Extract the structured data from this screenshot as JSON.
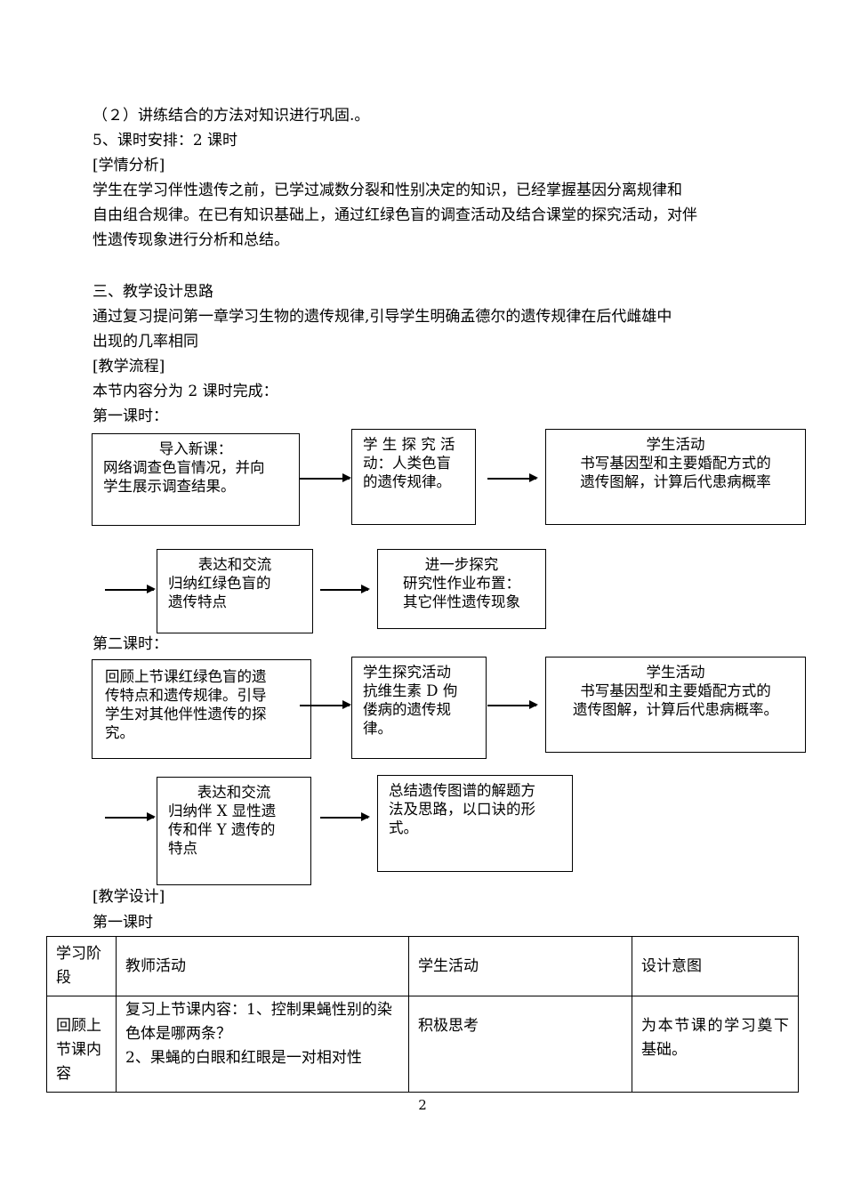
{
  "text": {
    "line1": "（２）讲练结合的方法对知识进行巩固.。",
    "line2": "5、课时安排：2 课时",
    "line3": "[学情分析]",
    "line4": "学生在学习伴性遗传之前，已学过减数分裂和性别决定的知识，已经掌握基因分离规律和",
    "line5": "自由组合规律。在已有知识基础上，通过红绿色盲的调查活动及结合课堂的探究活动，对伴",
    "line6": "性遗传现象进行分析和总结。",
    "line7": "三、教学设计思路",
    "line8": "通过复习提问第一章学习生物的遗传规律,引导学生明确孟德尔的遗传规律在后代雌雄中",
    "line9": "出现的几率相同",
    "line10": "[教学流程]",
    "line11": "本节内容分为 2 课时完成：",
    "line12": "第一课时：",
    "line13": "第二课时：",
    "line14": "[教学设计]",
    "line15": "第一课时"
  },
  "flow1": {
    "b1": [
      "导入新课：",
      "网络调查色盲情况，并向",
      "学生展示调查结果。"
    ],
    "b2": [
      "学 生 探 究 活",
      "动：人类色盲",
      "的遗传规律。"
    ],
    "b3": [
      "学生活动",
      "书写基因型和主要婚配方式的",
      "遗传图解，计算后代患病概率"
    ],
    "b4": [
      "表达和交流",
      "归纳红绿色盲的",
      "遗传特点"
    ],
    "b5": [
      "进一步探究",
      "研究性作业布置：",
      "其它伴性遗传现象"
    ]
  },
  "flow2": {
    "b1": [
      "回顾上节课红绿色盲的遗",
      "传特点和遗传规律。引导",
      "学生对其他伴性遗传的探",
      "究。"
    ],
    "b2": [
      "学生探究活动",
      "抗维生素 D 佝",
      "偻病的遗传规",
      "律。"
    ],
    "b3": [
      "学生活动",
      "书写基因型和主要婚配方式的",
      "遗传图解，计算后代患病概率。"
    ],
    "b4": [
      "表达和交流",
      "归纳伴 X 显性遗",
      "传和伴 Y 遗传的",
      "特点"
    ],
    "b5": [
      "总结遗传图谱的解题方",
      "法及思路，以口诀的形",
      "式。"
    ]
  },
  "table": {
    "headers": [
      "学习阶段",
      "教师活动",
      "学生活动",
      "设计意图"
    ],
    "row1": [
      "回顾上节课内容",
      "复习上节课内容：1、控制果蝇性别的染色体是哪两条？",
      "2、果蝇的白眼和红眼是一对相对性",
      "积极思考",
      "为本节课的学习奠下基础。"
    ]
  },
  "page_number": "2"
}
